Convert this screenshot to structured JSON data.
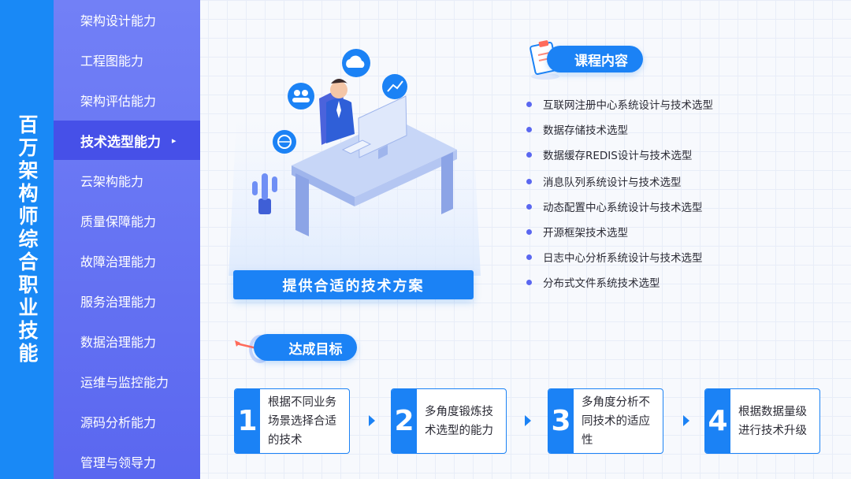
{
  "sidebar": {
    "title": "百万架构师综合职业技能",
    "items": [
      {
        "label": "架构设计能力"
      },
      {
        "label": "工程图能力"
      },
      {
        "label": "架构评估能力"
      },
      {
        "label": "技术选型能力",
        "active": true,
        "arrow": "▸"
      },
      {
        "label": "云架构能力"
      },
      {
        "label": "质量保障能力"
      },
      {
        "label": "故障治理能力"
      },
      {
        "label": "服务治理能力"
      },
      {
        "label": "数据治理能力"
      },
      {
        "label": "运维与监控能力"
      },
      {
        "label": "源码分析能力"
      },
      {
        "label": "管理与领导力"
      }
    ]
  },
  "banner": {
    "label": "提供合适的技术方案"
  },
  "course": {
    "heading": "课程内容",
    "items": [
      "互联网注册中心系统设计与技术选型",
      "数据存储技术选型",
      "数据缓存REDIS设计与技术选型",
      "消息队列系统设计与技术选型",
      "动态配置中心系统设计与技术选型",
      "开源框架技术选型",
      "日志中心分析系统设计与技术选型",
      "分布式文件系统技术选型"
    ]
  },
  "goals": {
    "heading": "达成目标",
    "items": [
      {
        "num": "1",
        "text": "根据不同业务场景选择合适的技术"
      },
      {
        "num": "2",
        "text": "多角度锻炼技术选型的能力"
      },
      {
        "num": "3",
        "text": "多角度分析不同技术的适应性"
      },
      {
        "num": "4",
        "text": "根据数据量级进行技术升级"
      }
    ]
  },
  "colors": {
    "primary": "#1b82f5",
    "nav": "#6573f3",
    "nav_active": "#4650e8",
    "title_bar": "#1989f6"
  },
  "icons": [
    "clipboard-icon",
    "target-icon",
    "cloud-icon",
    "chart-icon",
    "people-icon",
    "globe-icon",
    "cactus-icon",
    "monitor-icon"
  ]
}
